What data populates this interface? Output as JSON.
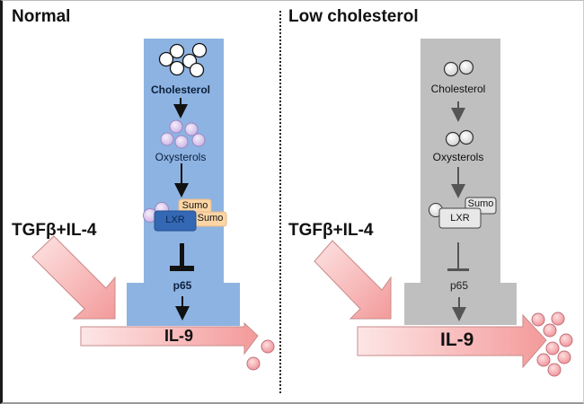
{
  "panels": {
    "normal": {
      "title": "Normal",
      "cholesterol_label": "Cholesterol",
      "oxysterols_label": "Oxysterols",
      "lxr_label": "LXR",
      "sumo_labels": [
        "Sumo",
        "Sumo"
      ],
      "p65_label": "p65",
      "stimulus_label": "TGFβ+IL-4",
      "output_label": "IL-9",
      "box_color": "#8db3e2",
      "lxr_color": "#2e5fa8",
      "sumo_color": "#fbd5a5"
    },
    "low": {
      "title": "Low cholesterol",
      "cholesterol_label": "Cholesterol",
      "oxysterols_label": "Oxysterols",
      "lxr_label": "LXR",
      "sumo_labels": [
        "Sumo"
      ],
      "p65_label": "p65",
      "stimulus_label": "TGFβ+IL-4",
      "output_label": "IL-9",
      "box_color": "#bfbfbf"
    }
  },
  "colors": {
    "pink_arrow": "#f6a6a6",
    "il9_dot": "#f4a3a8",
    "oxysterol": "#d9c6ec"
  }
}
